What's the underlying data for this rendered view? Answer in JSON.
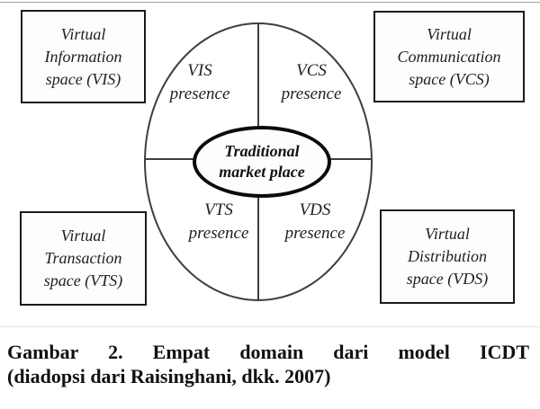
{
  "figure": {
    "corner_boxes": {
      "top_left": {
        "lines": [
          "Virtual",
          "Information",
          "space (VIS)"
        ]
      },
      "top_right": {
        "lines": [
          "Virtual",
          "Communication",
          "space (VCS)"
        ]
      },
      "bottom_left": {
        "lines": [
          "Virtual",
          "Transaction",
          "space (VTS)"
        ]
      },
      "bottom_right": {
        "lines": [
          "Virtual",
          "Distribution",
          "space (VDS)"
        ]
      }
    },
    "quadrants": {
      "top_left": {
        "lines": [
          "VIS",
          "presence"
        ]
      },
      "top_right": {
        "lines": [
          "VCS",
          "presence"
        ]
      },
      "bottom_left": {
        "lines": [
          "VTS",
          "presence"
        ]
      },
      "bottom_right": {
        "lines": [
          "VDS",
          "presence"
        ]
      }
    },
    "center_ellipse": {
      "lines": [
        "Traditional",
        "market place"
      ]
    }
  },
  "caption": {
    "line1": "Gambar 2. Empat domain dari model ICDT",
    "line2": "(diadopsi dari Raisinghani, dkk. 2007)"
  },
  "colors": {
    "background": "#ffffff",
    "ink": "#1f1f1f",
    "thin_line": "#3f3f3f",
    "thick_ellipse": "#0b0b0b",
    "box_border": "#1b1b1b"
  }
}
